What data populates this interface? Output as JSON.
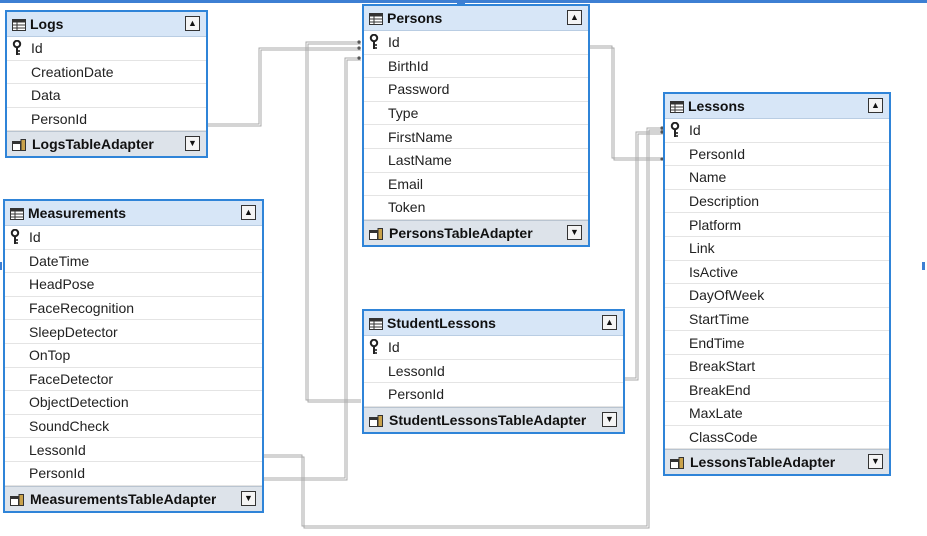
{
  "tables": [
    {
      "id": "logs",
      "title": "Logs",
      "columns": [
        {
          "name": "Id",
          "key": true
        },
        {
          "name": "CreationDate",
          "key": false
        },
        {
          "name": "Data",
          "key": false
        },
        {
          "name": "PersonId",
          "key": false
        }
      ],
      "adapter": "LogsTableAdapter"
    },
    {
      "id": "persons",
      "title": "Persons",
      "columns": [
        {
          "name": "Id",
          "key": true
        },
        {
          "name": "BirthId",
          "key": false
        },
        {
          "name": "Password",
          "key": false
        },
        {
          "name": "Type",
          "key": false
        },
        {
          "name": "FirstName",
          "key": false
        },
        {
          "name": "LastName",
          "key": false
        },
        {
          "name": "Email",
          "key": false
        },
        {
          "name": "Token",
          "key": false
        }
      ],
      "adapter": "PersonsTableAdapter"
    },
    {
      "id": "lessons",
      "title": "Lessons",
      "columns": [
        {
          "name": "Id",
          "key": true
        },
        {
          "name": "PersonId",
          "key": false
        },
        {
          "name": "Name",
          "key": false
        },
        {
          "name": "Description",
          "key": false
        },
        {
          "name": "Platform",
          "key": false
        },
        {
          "name": "Link",
          "key": false
        },
        {
          "name": "IsActive",
          "key": false
        },
        {
          "name": "DayOfWeek",
          "key": false
        },
        {
          "name": "StartTime",
          "key": false
        },
        {
          "name": "EndTime",
          "key": false
        },
        {
          "name": "BreakStart",
          "key": false
        },
        {
          "name": "BreakEnd",
          "key": false
        },
        {
          "name": "MaxLate",
          "key": false
        },
        {
          "name": "ClassCode",
          "key": false
        }
      ],
      "adapter": "LessonsTableAdapter"
    },
    {
      "id": "measurements",
      "title": "Measurements",
      "columns": [
        {
          "name": "Id",
          "key": true
        },
        {
          "name": "DateTime",
          "key": false
        },
        {
          "name": "HeadPose",
          "key": false
        },
        {
          "name": "FaceRecognition",
          "key": false
        },
        {
          "name": "SleepDetector",
          "key": false
        },
        {
          "name": "OnTop",
          "key": false
        },
        {
          "name": "FaceDetector",
          "key": false
        },
        {
          "name": "ObjectDetection",
          "key": false
        },
        {
          "name": "SoundCheck",
          "key": false
        },
        {
          "name": "LessonId",
          "key": false
        },
        {
          "name": "PersonId",
          "key": false
        }
      ],
      "adapter": "MeasurementsTableAdapter"
    },
    {
      "id": "studentlessons",
      "title": "StudentLessons",
      "columns": [
        {
          "name": "Id",
          "key": true
        },
        {
          "name": "LessonId",
          "key": false
        },
        {
          "name": "PersonId",
          "key": false
        }
      ],
      "adapter": "StudentLessonsTableAdapter"
    }
  ],
  "relations": [
    {
      "from": "Logs.PersonId",
      "to": "Persons.Id"
    },
    {
      "from": "Lessons.PersonId",
      "to": "Persons.Id"
    },
    {
      "from": "Measurements.PersonId",
      "to": "Persons.Id"
    },
    {
      "from": "Measurements.LessonId",
      "to": "Lessons.Id"
    },
    {
      "from": "StudentLessons.PersonId",
      "to": "Persons.Id"
    },
    {
      "from": "StudentLessons.LessonId",
      "to": "Lessons.Id"
    }
  ],
  "icons": {
    "table": "table-icon",
    "key": "key-icon",
    "adapter": "table-adapter-icon",
    "collapse": "collapse-icon"
  },
  "colors": {
    "border": "#2f84d8",
    "header": "#d7e6f7",
    "footer": "#dde3ea",
    "selection": "#3d7fd3"
  }
}
